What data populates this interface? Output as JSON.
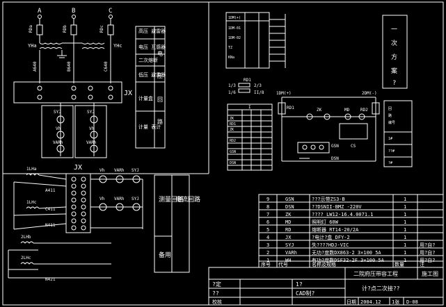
{
  "top": {
    "phases": [
      "A",
      "B",
      "C"
    ],
    "fuses": [
      "RDa",
      "RDb",
      "RDc"
    ],
    "yha": "YHa",
    "yhc": "YHc",
    "wires": [
      "A640",
      "B640",
      "C640"
    ],
    "jx": "JX",
    "meters": [
      "SYJ",
      "Vh",
      "VARh"
    ],
    "legend": [
      "高压 避雷器",
      "电压 互感器",
      "二次熔断",
      "低压 避雷器",
      "计量盒",
      "计量 表计"
    ],
    "side": [
      "电",
      "压",
      "回",
      "路"
    ]
  },
  "bottom": {
    "jx": "JX",
    "ct": [
      "1LHa",
      "1LHc",
      "2LHb",
      "2LHc"
    ],
    "wires": [
      "A411",
      "C411",
      "N411",
      "N421"
    ],
    "meters": [
      "Vh",
      "VARh",
      "SYJ"
    ],
    "legend": [
      "测量回路",
      "电流回路",
      "备用"
    ]
  },
  "control": {
    "panel_title": "1DM(+)",
    "relays": [
      "1DM-01",
      "1DM-02",
      "TZ",
      "KNa"
    ],
    "rd1": "RD1",
    "ratio_left_top": "1/3",
    "ratio_left_bottom": "1/6",
    "ratio_right_top": "2/3",
    "ratio_right_bottom": "II/8",
    "table_title": "I",
    "table_rows": [
      "ZK",
      "RD1",
      "ZK",
      "RD2",
      "GSN",
      "DSN"
    ],
    "wire_left": "1DM(+)",
    "wire_right": "2DM(-)",
    "zk": "ZK",
    "mo": "MD",
    "rd2": "RD2",
    "cs": "CS",
    "gsn": "GSN",
    "dsn": "DSN",
    "scheme_title": [
      "一",
      "次",
      "方",
      "案",
      "?"
    ],
    "mini_table": [
      "回",
      "路",
      "编号",
      "1#",
      "??#",
      "?#"
    ]
  },
  "bom": {
    "headers": [
      "序号",
      "代号",
      "名称及规格",
      "数量",
      "注"
    ],
    "rows": [
      {
        "no": "9",
        "code": "GSN",
        "spec": "???示带ZS3-B",
        "qty": "1",
        "note": ""
      },
      {
        "no": "8",
        "code": "DSN",
        "spec": "??DSNII-BMZ -220V",
        "qty": "1",
        "note": ""
      },
      {
        "no": "7",
        "code": "ZK",
        "spec": "???? LW12-16.4.0071.1",
        "qty": "1",
        "note": ""
      },
      {
        "no": "6",
        "code": "MD",
        "spec": "照明灯 60W",
        "qty": "1",
        "note": ""
      },
      {
        "no": "5",
        "code": "RD",
        "spec": "熔断器 RT14-20/2A",
        "qty": "1",
        "note": ""
      },
      {
        "no": "4",
        "code": "JX",
        "spec": "?电计?盒 DFY-2",
        "qty": "1",
        "note": ""
      },
      {
        "no": "3",
        "code": "SYJ",
        "spec": "失????HDJ-VIC",
        "qty": "1",
        "note": "用?自?"
      },
      {
        "no": "2",
        "code": "VARh",
        "spec": "无功?度数DX863-2 3×100 5A",
        "qty": "1",
        "note": "用?自?"
      },
      {
        "no": "1",
        "code": "WH",
        "spec": "有功?度数DSF32-2F 3×100 5A",
        "qty": "1",
        "note": "用?自?"
      }
    ]
  },
  "title_block": {
    "project": "二院府压带容工程",
    "stage": "施工图",
    "drawing_title": "计?点二次接??",
    "cells": [
      "?定",
      "1?",
      "??",
      "CAD制?",
      "校核"
    ],
    "date_label": "日期",
    "date": "2004.12",
    "sheet": "1张",
    "drawing_no": "D-08"
  }
}
